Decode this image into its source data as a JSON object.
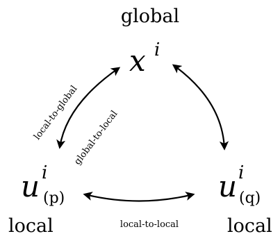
{
  "nodes": {
    "top": {
      "caption": "global",
      "symbol": "x",
      "superscript": "i",
      "subscript": ""
    },
    "left": {
      "caption": "local",
      "symbol": "u",
      "superscript": "i",
      "subscript": "(p)"
    },
    "right": {
      "caption": "local",
      "symbol": "u",
      "superscript": "i",
      "subscript": "(q)"
    }
  },
  "edges": {
    "local_to_global": "local-to-global",
    "global_to_local": "global-to-local",
    "local_to_local": "local-to-local"
  }
}
